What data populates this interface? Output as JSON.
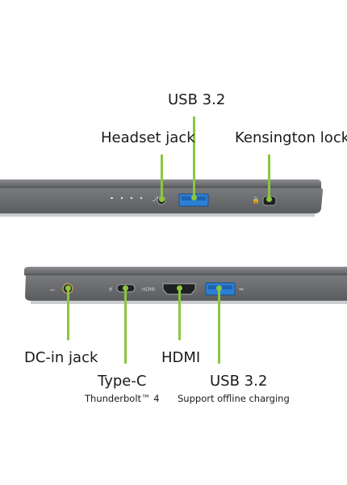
{
  "top_view": {
    "ports": [
      {
        "label": "USB 3.2"
      },
      {
        "label": "Headset jack"
      },
      {
        "label": "Kensington lock"
      }
    ]
  },
  "bottom_view": {
    "ports": [
      {
        "label": "DC-in jack"
      },
      {
        "label": "Type-C",
        "sublabel": "Thunderbolt™ 4"
      },
      {
        "label": "HDMI"
      },
      {
        "label": "USB 3.2",
        "sublabel": "Support offline charging"
      }
    ]
  },
  "colors": {
    "callout": "#8cc63f",
    "chassis": "#6d6f73",
    "usb_port": "#2c7fd6"
  },
  "icons": [
    "usb-port-icon",
    "audio-jack-icon",
    "kensington-slot-icon",
    "dc-in-icon",
    "usb-c-icon",
    "hdmi-port-icon",
    "thunderbolt-icon"
  ]
}
